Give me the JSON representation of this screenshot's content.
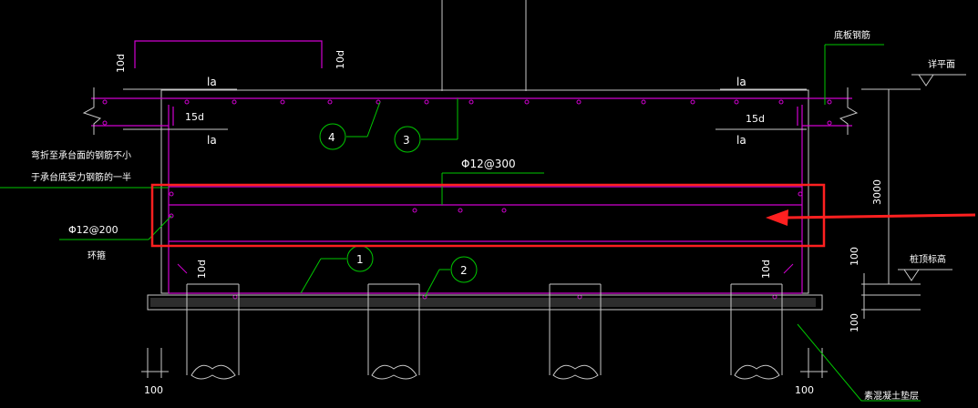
{
  "drawing": {
    "background": "#000000",
    "colors": {
      "rebar": "#d000d0",
      "outline": "#c8c8c8",
      "leader": "#00c800",
      "highlight": "#ff2020",
      "label": "#ffffff",
      "note": "#ffffff"
    },
    "labels": {
      "ten_d_top_left": "10d",
      "ten_d_top_right": "10d",
      "la_top_left": "la",
      "la_top_right": "la",
      "fifteen_d_left": "15d",
      "fifteen_d_right": "15d",
      "la_bottom_left": "la",
      "la_bottom_right": "la",
      "bar_spec_middle": "Φ12@300",
      "bar_spec_left": "Φ12@200",
      "ring_bar": "环箍",
      "ten_d_bottom_left": "10d",
      "ten_d_bottom_right": "10d",
      "dim_bottom_left": "100",
      "dim_bottom_right": "100",
      "dim_height": "3000",
      "dim_right_100_a": "100",
      "dim_right_100_b": "100"
    },
    "notes": {
      "bottom_rebar": "底板钢筋",
      "detail_plane": "详平面",
      "pile_top_elevation": "桩顶标高",
      "cushion": "素混凝土垫层",
      "bend_note_line1": "弯折至承台面的钢筋不小",
      "bend_note_line2": "于承台底受力钢筋的一半"
    },
    "callouts": [
      {
        "id": "1",
        "label": "1"
      },
      {
        "id": "2",
        "label": "2"
      },
      {
        "id": "3",
        "label": "3"
      },
      {
        "id": "4",
        "label": "4"
      }
    ]
  }
}
